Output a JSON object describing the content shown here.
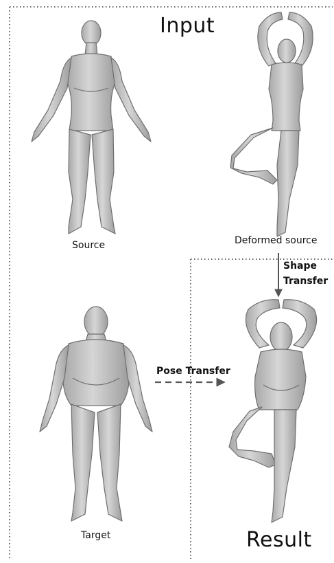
{
  "labels": {
    "input": "Input",
    "result": "Result",
    "source": "Source",
    "deformed_source": "Deformed source",
    "target": "Target",
    "shape_transfer_line1": "Shape",
    "shape_transfer_line2": "Transfer",
    "pose_transfer": "Pose Transfer"
  },
  "colors": {
    "mesh_fill": "#c6c6c6",
    "mesh_stroke": "#6f6f6f",
    "border": "#666666",
    "arrow": "#555555"
  },
  "figures": [
    {
      "name": "source-body",
      "pose": "a-pose",
      "build": "slim"
    },
    {
      "name": "deformed-source-body",
      "pose": "tree-pose",
      "build": "slim"
    },
    {
      "name": "target-body",
      "pose": "a-pose",
      "build": "heavy"
    },
    {
      "name": "result-body",
      "pose": "tree-pose",
      "build": "heavy"
    }
  ]
}
